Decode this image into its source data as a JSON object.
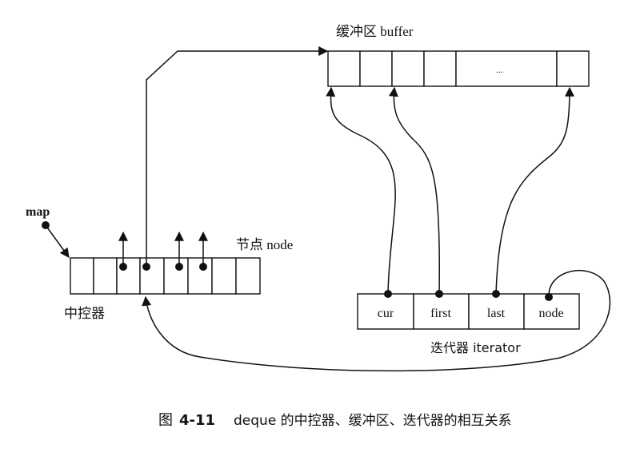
{
  "buffer": {
    "label": "缓冲区 buffer",
    "ellipsis": "..."
  },
  "map": {
    "pointer_label": "map",
    "node_label": "节点 node",
    "controller_label": "中控器"
  },
  "iterator": {
    "label": "迭代器 iterator",
    "fields": [
      "cur",
      "first",
      "last",
      "node"
    ]
  },
  "caption": {
    "prefix": "图",
    "number": "4-11",
    "text": "deque 的中控器、缓冲区、迭代器的相互关系"
  },
  "colors": {
    "ink": "#111111",
    "background": "#ffffff",
    "hatch": "#888888"
  }
}
